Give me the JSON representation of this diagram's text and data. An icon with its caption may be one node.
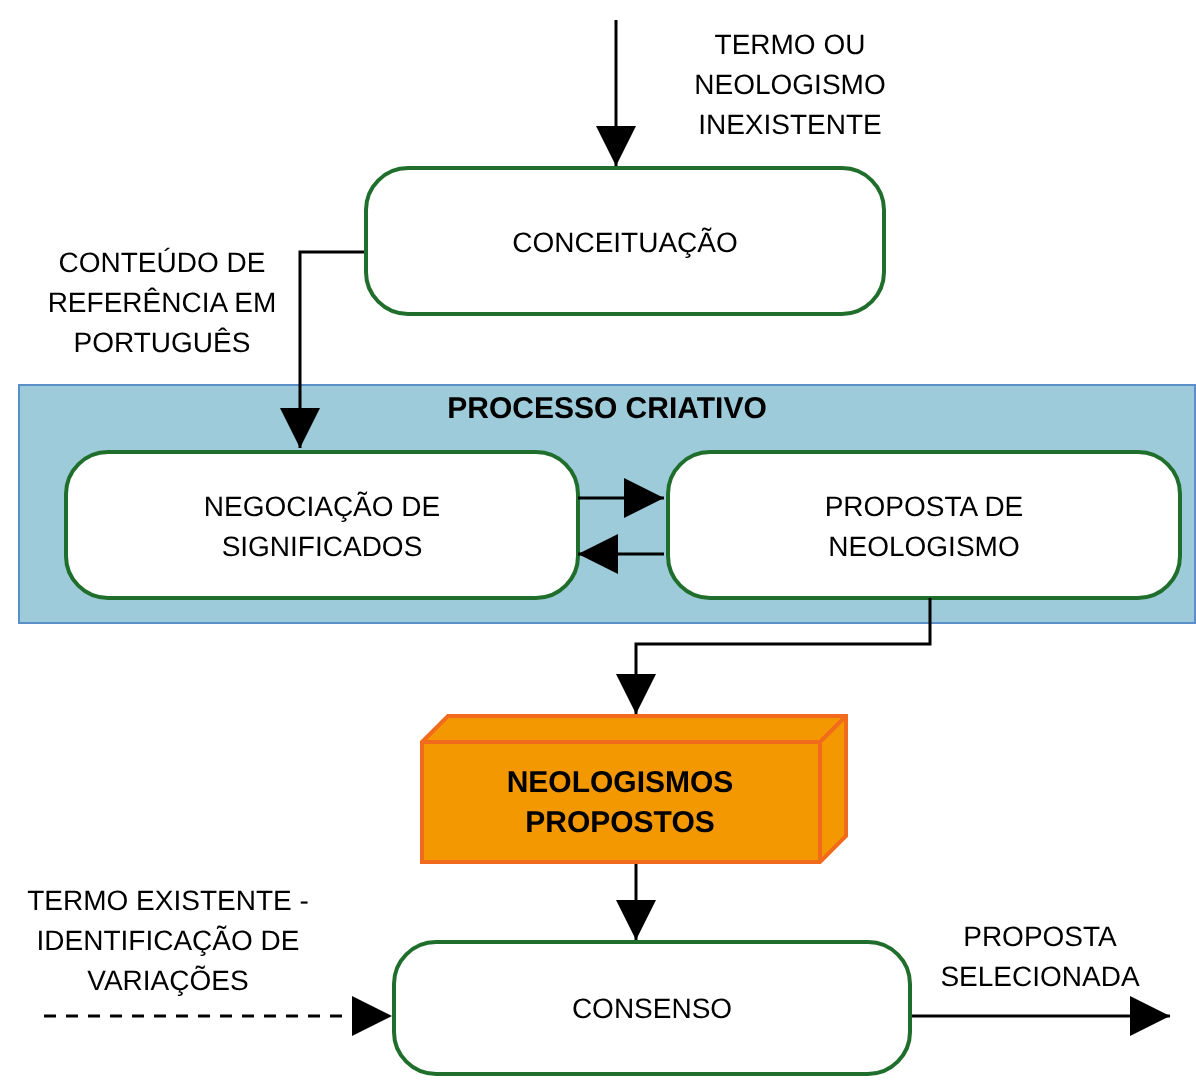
{
  "diagram": {
    "nodes": [
      {
        "text": [
          "CONCEITUAÇÃO"
        ]
      },
      {
        "text": [
          "PROCESSO CRIATIVO"
        ]
      },
      {
        "text": [
          "NEGOCIAÇÃO DE SIGNIFICADOS"
        ],
        "in": 1
      },
      {
        "text": [
          "PROPOSTA DE NEOLOGISMO"
        ],
        "in": 1
      },
      {
        "text": [
          "NEOLOGISMOS PROPOSTOS"
        ]
      },
      {
        "text": [
          "CONSENSO"
        ]
      }
    ],
    "edges": [
      {
        "from": null,
        "to": 0,
        "arrow": "to",
        "label": "TERMO OU NEOLOGISMO INEXISTENTE"
      },
      {
        "from": 0,
        "to": 2,
        "arrow": "to",
        "label": "CONTEÚDO DE REFERÊNCIA EM PORTUGUÊS"
      },
      {
        "from": 2,
        "to": 3,
        "arrow": "to"
      },
      {
        "from": 3,
        "to": 2,
        "arrow": "to"
      },
      {
        "from": 3,
        "to": 4,
        "arrow": "to"
      },
      {
        "from": 4,
        "to": 5,
        "arrow": "to"
      },
      {
        "from": null,
        "to": 5,
        "arrow": "to",
        "style": "dashed",
        "label": "TERMO EXISTENTE - IDENTIFICAÇÃO DE VARIAÇÕES"
      },
      {
        "from": 5,
        "to": null,
        "arrow": "to",
        "label": "PROPOSTA SELECIONADA"
      }
    ]
  }
}
